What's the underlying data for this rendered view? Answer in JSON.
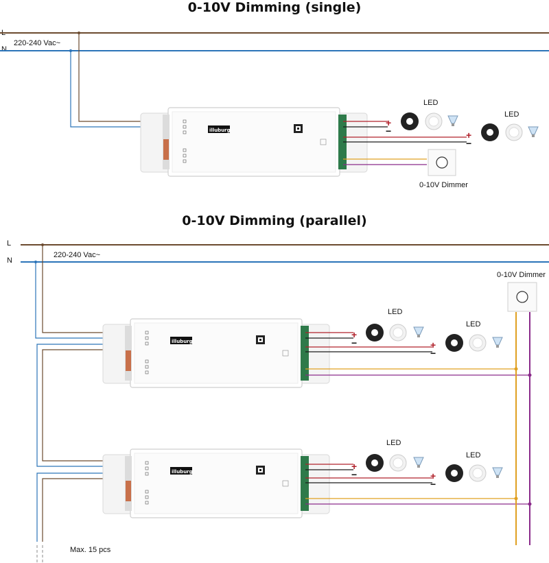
{
  "sections": {
    "single": {
      "title": "0-10V Dimming (single)",
      "supply_label": "220-240 Vac~",
      "dimmer_label": "0-10V Dimmer",
      "led_labels": [
        "LED",
        "LED"
      ]
    },
    "parallel": {
      "title": "0-10V Dimming (parallel)",
      "supply_label": "220-240 Vac~",
      "dimmer_label": "0-10V Dimmer",
      "led_labels": [
        "LED",
        "LED",
        "LED",
        "LED"
      ],
      "max_note": "Max. 15 pcs"
    }
  },
  "rails": {
    "line": "L",
    "neutral": "N"
  },
  "brand": "illuburg",
  "polarity": {
    "plus": "+",
    "minus": "−"
  },
  "colors": {
    "line_wire": "#6b4a2e",
    "neutral_wire": "#2a73b8",
    "positive_wire": "#b0202a",
    "negative_wire": "#1a1a1a",
    "dim_plus_wire": "#e0a020",
    "dim_minus_wire": "#8a2a8a"
  },
  "icons": [
    "led-strip-icon",
    "downlight-icon",
    "mr16-bulb-icon",
    "dimmer-knob-icon",
    "driver-box"
  ]
}
